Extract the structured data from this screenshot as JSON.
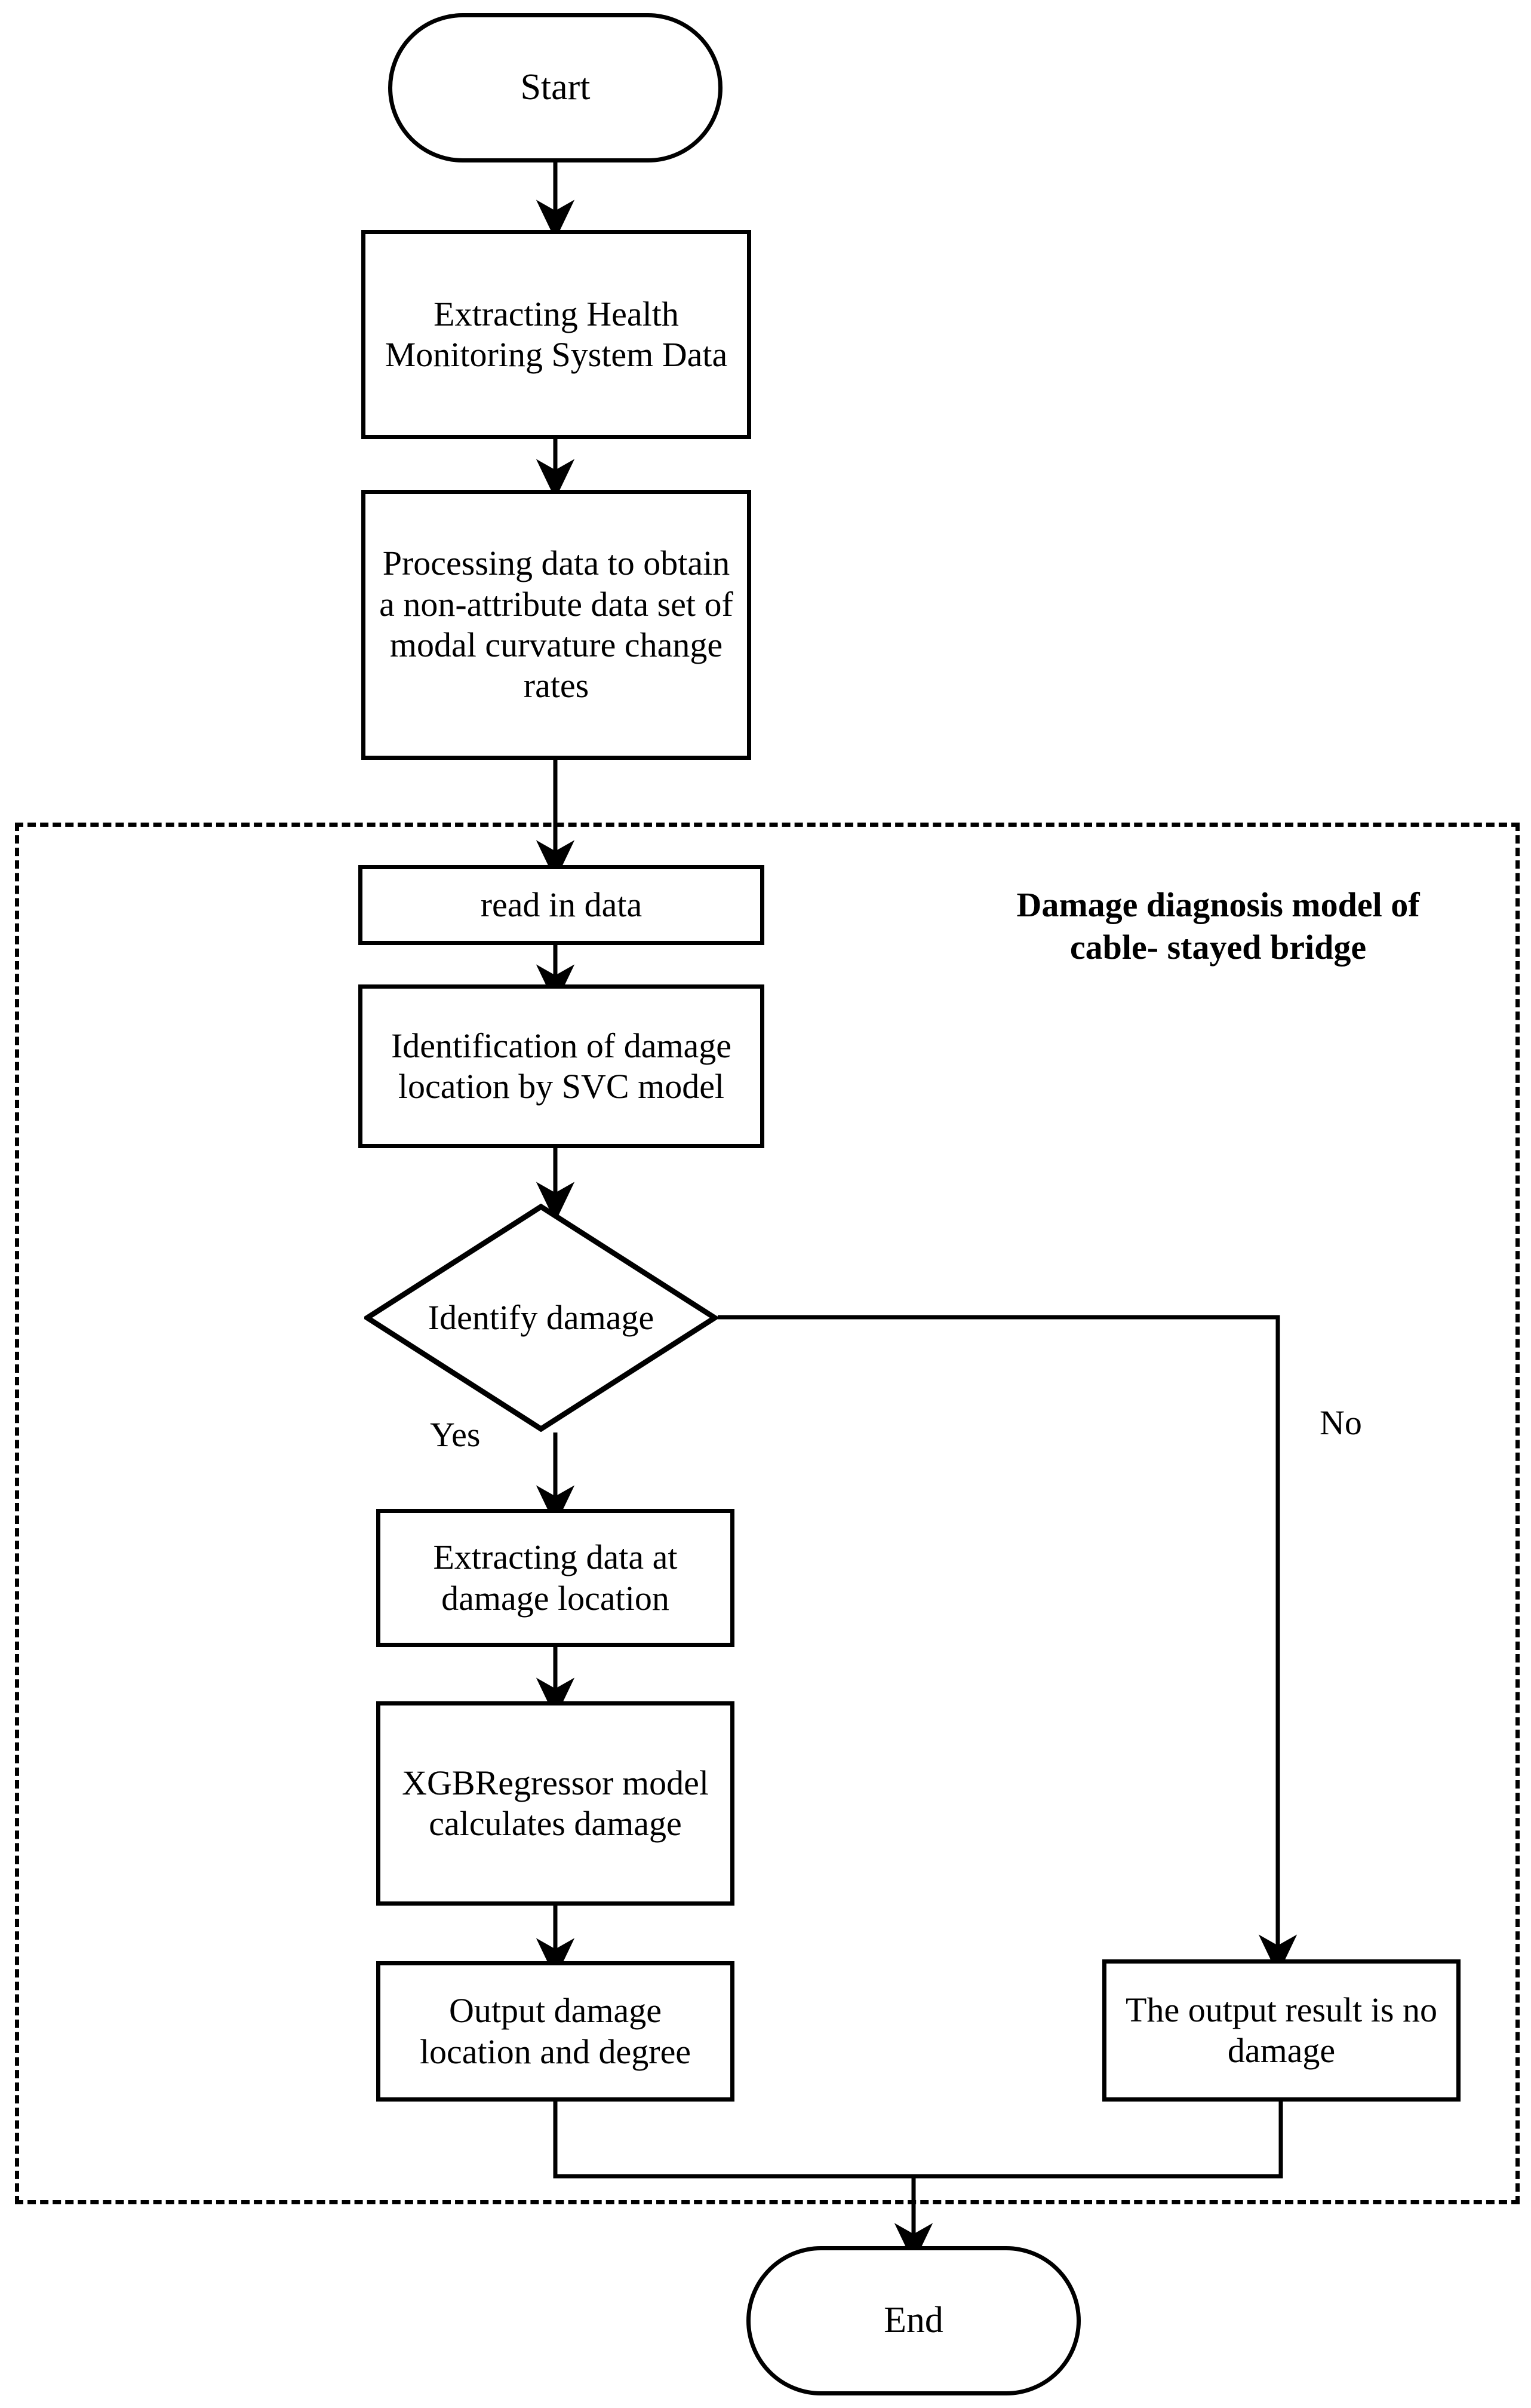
{
  "diagram": {
    "type": "flowchart",
    "orientation": "top-to-bottom",
    "background_color": "#ffffff",
    "line_color": "#000000",
    "text_color": "#000000"
  },
  "nodes": {
    "start": {
      "label": "Start",
      "shape": "terminator"
    },
    "extract_shm": {
      "label": "Extracting Health Monitoring System Data",
      "shape": "process"
    },
    "process_data": {
      "label": "Processing data to obtain a non-attribute data set of modal curvature change rates",
      "shape": "process"
    },
    "read_in_data": {
      "label": "read in data",
      "shape": "process"
    },
    "identify_svc": {
      "label": "Identification of damage location by SVC model",
      "shape": "process"
    },
    "decision": {
      "label": "Identify damage",
      "shape": "decision"
    },
    "extract_at_loc": {
      "label": "Extracting data at damage location",
      "shape": "process"
    },
    "xgb": {
      "label": "XGBRegressor model calculates damage",
      "shape": "process"
    },
    "output_damage": {
      "label": "Output damage location and degree",
      "shape": "process"
    },
    "output_no_damage": {
      "label": "The output result is no damage",
      "shape": "process"
    },
    "end": {
      "label": "End",
      "shape": "terminator"
    }
  },
  "edge_labels": {
    "yes": "Yes",
    "no": "No"
  },
  "group": {
    "title": "Damage diagnosis model of\ncable- stayed bridge",
    "border_style": "dashed"
  }
}
